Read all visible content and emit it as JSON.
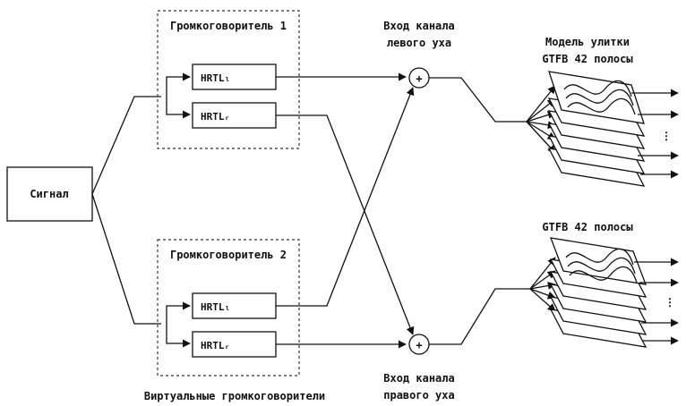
{
  "signal": {
    "label": "Сигнал"
  },
  "speaker1": {
    "title": "Громкоговоритель 1",
    "hrtl_left": "HRTLₗ",
    "hrtl_right": "HRTLᵣ"
  },
  "speaker2": {
    "title": "Громкоговоритель 2",
    "hrtl_left": "HRTLₗ",
    "hrtl_right": "HRTLᵣ"
  },
  "virtual_speakers_caption": "Виртуальные громкоговорители",
  "left_ear": {
    "line1": "Вход канала",
    "line2": "левого уха",
    "sum_symbol": "+"
  },
  "right_ear": {
    "line1": "Вход канала",
    "line2": "правого уха",
    "sum_symbol": "+"
  },
  "cochlea_top": {
    "line1": "Модель улитки",
    "line2": "GTFB 42 полосы",
    "more": "⋮"
  },
  "cochlea_bottom": {
    "line1": "GTFB 42 полосы",
    "more": "⋮"
  }
}
